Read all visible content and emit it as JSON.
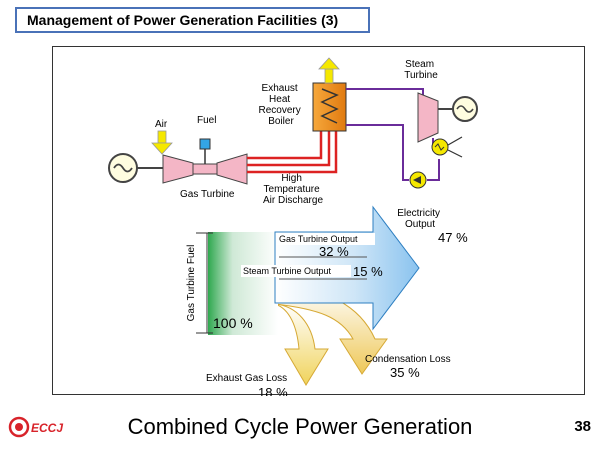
{
  "slide": {
    "title": "Management of Power Generation Facilities (3)",
    "footer_title": "Combined Cycle Power Generation",
    "page_number": "38",
    "logo_text": "ECCJ"
  },
  "diagram": {
    "air": "Air",
    "fuel": "Fuel",
    "gas_turbine": "Gas Turbine",
    "exhaust_heat_lines": [
      "Exhaust",
      "Heat",
      "Recovery",
      "Boiler"
    ],
    "high_temp_lines": [
      "High",
      "Temperature",
      "Air Discharge"
    ],
    "steam_turbine_lines": [
      "Steam",
      "Turbine"
    ]
  },
  "flow": {
    "gas_turbine_fuel": "Gas Turbine Fuel",
    "fuel_pct": "100 %",
    "gas_turbine_output": "Gas Turbine Output",
    "gas_turbine_pct": "32 %",
    "steam_turbine_output": "Steam Turbine Output",
    "steam_turbine_pct": "15 %",
    "electricity_lines": [
      "Electricity",
      "Output"
    ],
    "electricity_pct": "47 %",
    "condensation_loss": "Condensation Loss",
    "condensation_pct": "35 %",
    "exhaust_gas_loss": "Exhaust Gas Loss",
    "exhaust_gas_pct": "18 %"
  },
  "colors": {
    "pink": "#f4b6c6",
    "red_pipe": "#dd2222",
    "purple_pipe": "#6a2c9a",
    "boiler": "#f08c1c",
    "yellow": "#f5e800",
    "green": "#2fa84f",
    "blue": "#8ac3ef"
  }
}
